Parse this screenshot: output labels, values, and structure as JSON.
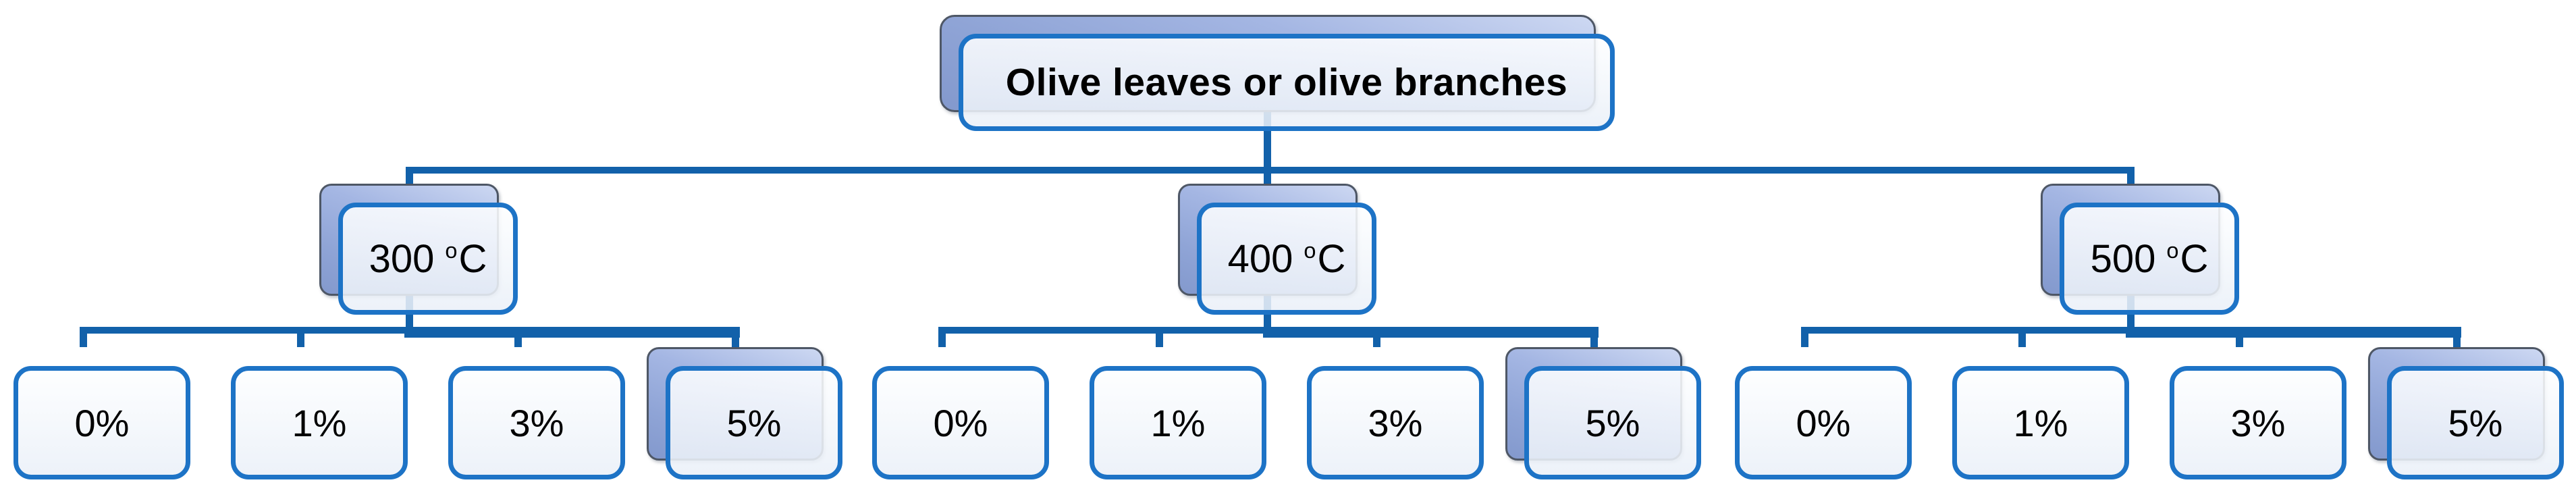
{
  "figure": {
    "root_label": "Olive leaves or olive branches",
    "groups": [
      {
        "temperature": "300",
        "degree_symbol": "o",
        "unit": "C",
        "concentrations": [
          "0%",
          "1%",
          "3%",
          "5%"
        ]
      },
      {
        "temperature": "400",
        "degree_symbol": "o",
        "unit": "C",
        "concentrations": [
          "0%",
          "1%",
          "3%",
          "5%"
        ]
      },
      {
        "temperature": "500",
        "degree_symbol": "o",
        "unit": "C",
        "concentrations": [
          "0%",
          "1%",
          "3%",
          "5%"
        ]
      }
    ],
    "colors": {
      "connector_blue": "#1261AA",
      "node_border_blue": "#1D73C6",
      "node_fill": "#F6F9FC",
      "back_plate_fill": "#93A8D8",
      "back_plate_border": "#4E5766",
      "text": "#000000"
    }
  }
}
